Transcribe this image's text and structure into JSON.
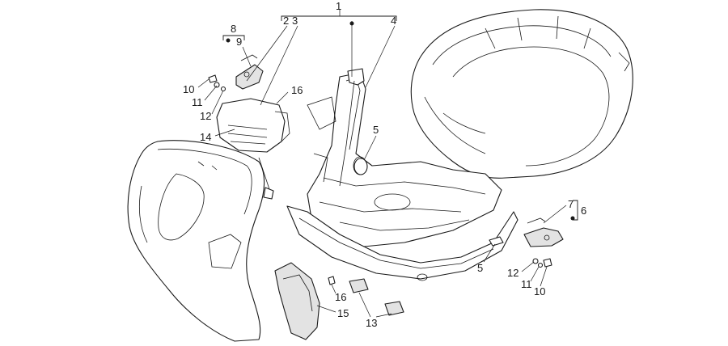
{
  "callouts": {
    "c1": "1",
    "c2": "2",
    "c3": "3",
    "c4": "4",
    "c5a": "5",
    "c5b": "5",
    "c6": "6",
    "c7": "7",
    "c8": "8",
    "c9": "9",
    "c10a": "10",
    "c10b": "10",
    "c11a": "11",
    "c11b": "11",
    "c12a": "12",
    "c12b": "12",
    "c13": "13",
    "c14": "14",
    "c15": "15",
    "c16a": "16",
    "c16b": "16"
  }
}
